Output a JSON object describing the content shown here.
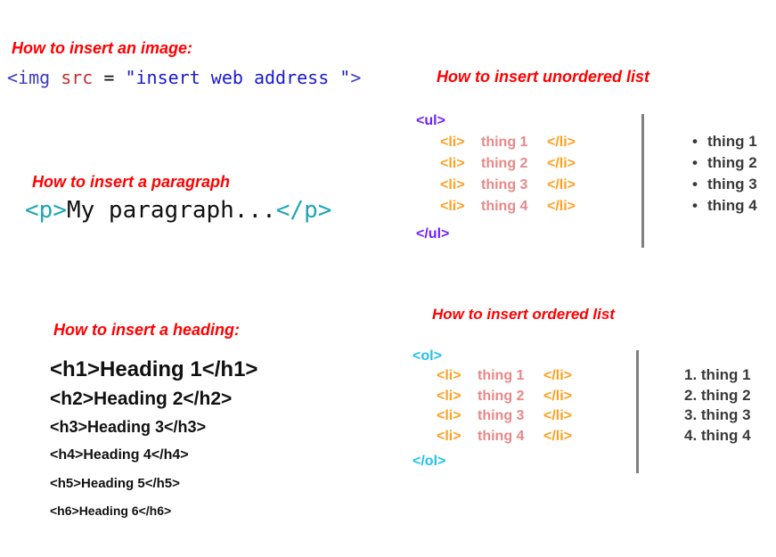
{
  "colors": {
    "title": "#ff0000",
    "img_tag": "#3b3bc8",
    "img_attr": "#c03030",
    "img_string": "#1a1acc",
    "p_tag": "#1fa5b5",
    "ul_tag": "#7020ff",
    "ol_tag": "#20c0f0",
    "li_tag": "#ffa020",
    "li_text": "#e88888"
  },
  "image": {
    "title": "How to insert an image:",
    "open": "<img ",
    "attr": "src",
    "eq": " = ",
    "value": "\"insert web address \"",
    "close": ">"
  },
  "paragraph": {
    "title": "How to insert a paragraph",
    "open": "<p>",
    "text": "My paragraph...",
    "close": "</p>"
  },
  "unordered": {
    "title": "How to insert unordered list",
    "open": "<ul>",
    "close": "</ul>",
    "li_open": "<li>",
    "li_close": "</li>",
    "items": [
      "thing 1",
      "thing 2",
      "thing 3",
      "thing 4"
    ],
    "bullet": "•"
  },
  "ordered": {
    "title": "How to insert ordered list",
    "open": "<ol>",
    "close": "</ol>",
    "li_open": "<li>",
    "li_close": "</li>",
    "items": [
      "thing 1",
      "thing 2",
      "thing 3",
      "thing 4"
    ],
    "rendered": [
      "1. thing 1",
      "2. thing 2",
      "3. thing 3",
      "4. thing 4"
    ]
  },
  "heading": {
    "title": "How to insert a heading:",
    "lines": [
      "<h1>Heading 1</h1>",
      "<h2>Heading 2</h2>",
      "<h3>Heading 3</h3>",
      "<h4>Heading 4</h4>",
      "<h5>Heading 5</h5>",
      "<h6>Heading 6</h6>"
    ]
  }
}
